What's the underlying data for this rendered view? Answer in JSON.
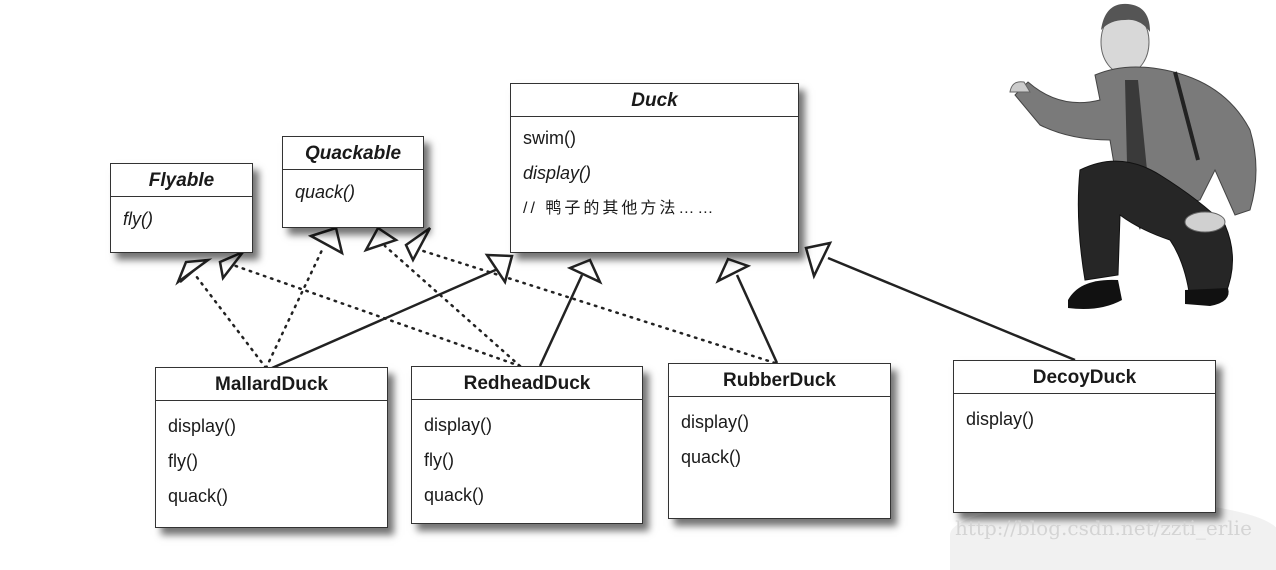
{
  "diagram": {
    "interfaces": [
      {
        "id": "flyable",
        "name": "Flyable",
        "stereotype_italic": true,
        "methods": [
          {
            "text": "fly()",
            "italic": true
          }
        ]
      },
      {
        "id": "quackable",
        "name": "Quackable",
        "stereotype_italic": true,
        "methods": [
          {
            "text": "quack()",
            "italic": true
          }
        ]
      }
    ],
    "superclass": {
      "id": "duck",
      "name": "Duck",
      "methods": [
        {
          "text": "swim()",
          "italic": false
        },
        {
          "text": "display()",
          "italic": true
        },
        {
          "text": "// 鸭子的其他方法……",
          "italic": false
        }
      ]
    },
    "subclasses": [
      {
        "id": "mallard",
        "name": "MallardDuck",
        "methods": [
          "display()",
          "fly()",
          "quack()"
        ]
      },
      {
        "id": "redhead",
        "name": "RedheadDuck",
        "methods": [
          "display()",
          "fly()",
          "quack()"
        ]
      },
      {
        "id": "rubber",
        "name": "RubberDuck",
        "methods": [
          "display()",
          "quack()"
        ]
      },
      {
        "id": "decoy",
        "name": "DecoyDuck",
        "methods": [
          "display()"
        ]
      }
    ],
    "relations": [
      {
        "from": "mallard",
        "to": "duck",
        "type": "inheritance"
      },
      {
        "from": "redhead",
        "to": "duck",
        "type": "inheritance"
      },
      {
        "from": "rubber",
        "to": "duck",
        "type": "inheritance"
      },
      {
        "from": "decoy",
        "to": "duck",
        "type": "inheritance"
      },
      {
        "from": "mallard",
        "to": "flyable",
        "type": "realization"
      },
      {
        "from": "redhead",
        "to": "flyable",
        "type": "realization"
      },
      {
        "from": "mallard",
        "to": "quackable",
        "type": "realization"
      },
      {
        "from": "redhead",
        "to": "quackable",
        "type": "realization"
      },
      {
        "from": "rubber",
        "to": "quackable",
        "type": "realization"
      }
    ]
  },
  "illustration": {
    "subject": "man in shirt and tie kneeling, pointing at diagram"
  },
  "watermark": "http://blog.csdn.net/zzti_erlie"
}
